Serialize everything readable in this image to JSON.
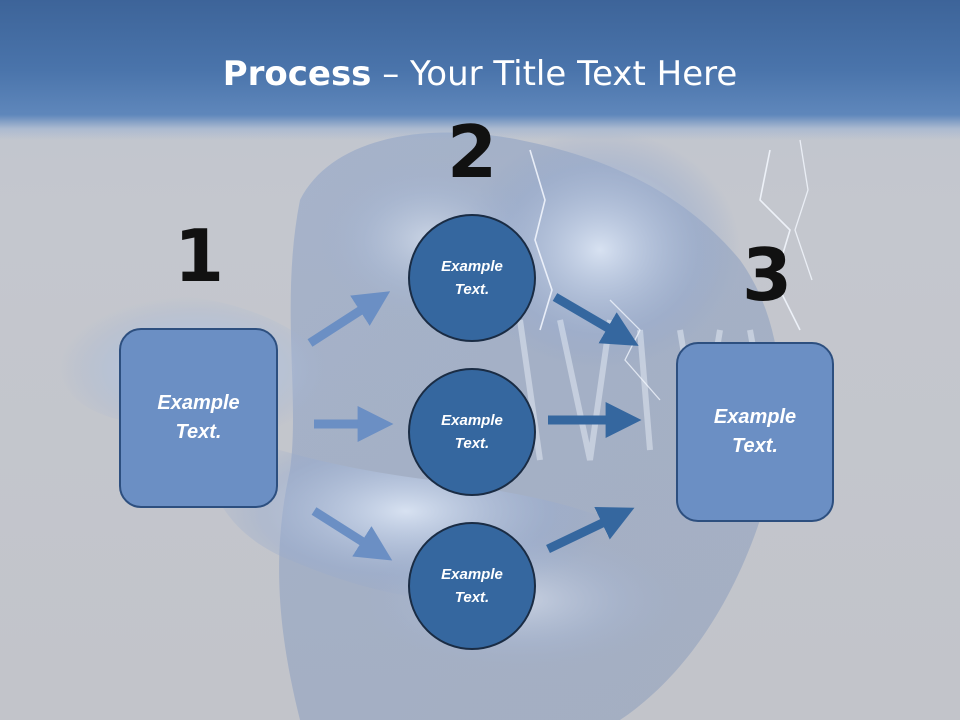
{
  "slide": {
    "title_bold": "Process",
    "title_rest": " – Your Title Text Here"
  },
  "steps": {
    "one": "1",
    "two": "2",
    "three": "3"
  },
  "nodes": {
    "left_box": "Example\nText.",
    "circle_top": "Example\nText.",
    "circle_middle": "Example\nText.",
    "circle_bottom": "Example\nText.",
    "right_box": "Example\nText."
  },
  "colors": {
    "title_band": "#4a74ab",
    "box_fill": "#6b8fc4",
    "circle_fill": "#35679f",
    "light_arrow": "#6b8fc4",
    "dark_arrow": "#35679f"
  }
}
